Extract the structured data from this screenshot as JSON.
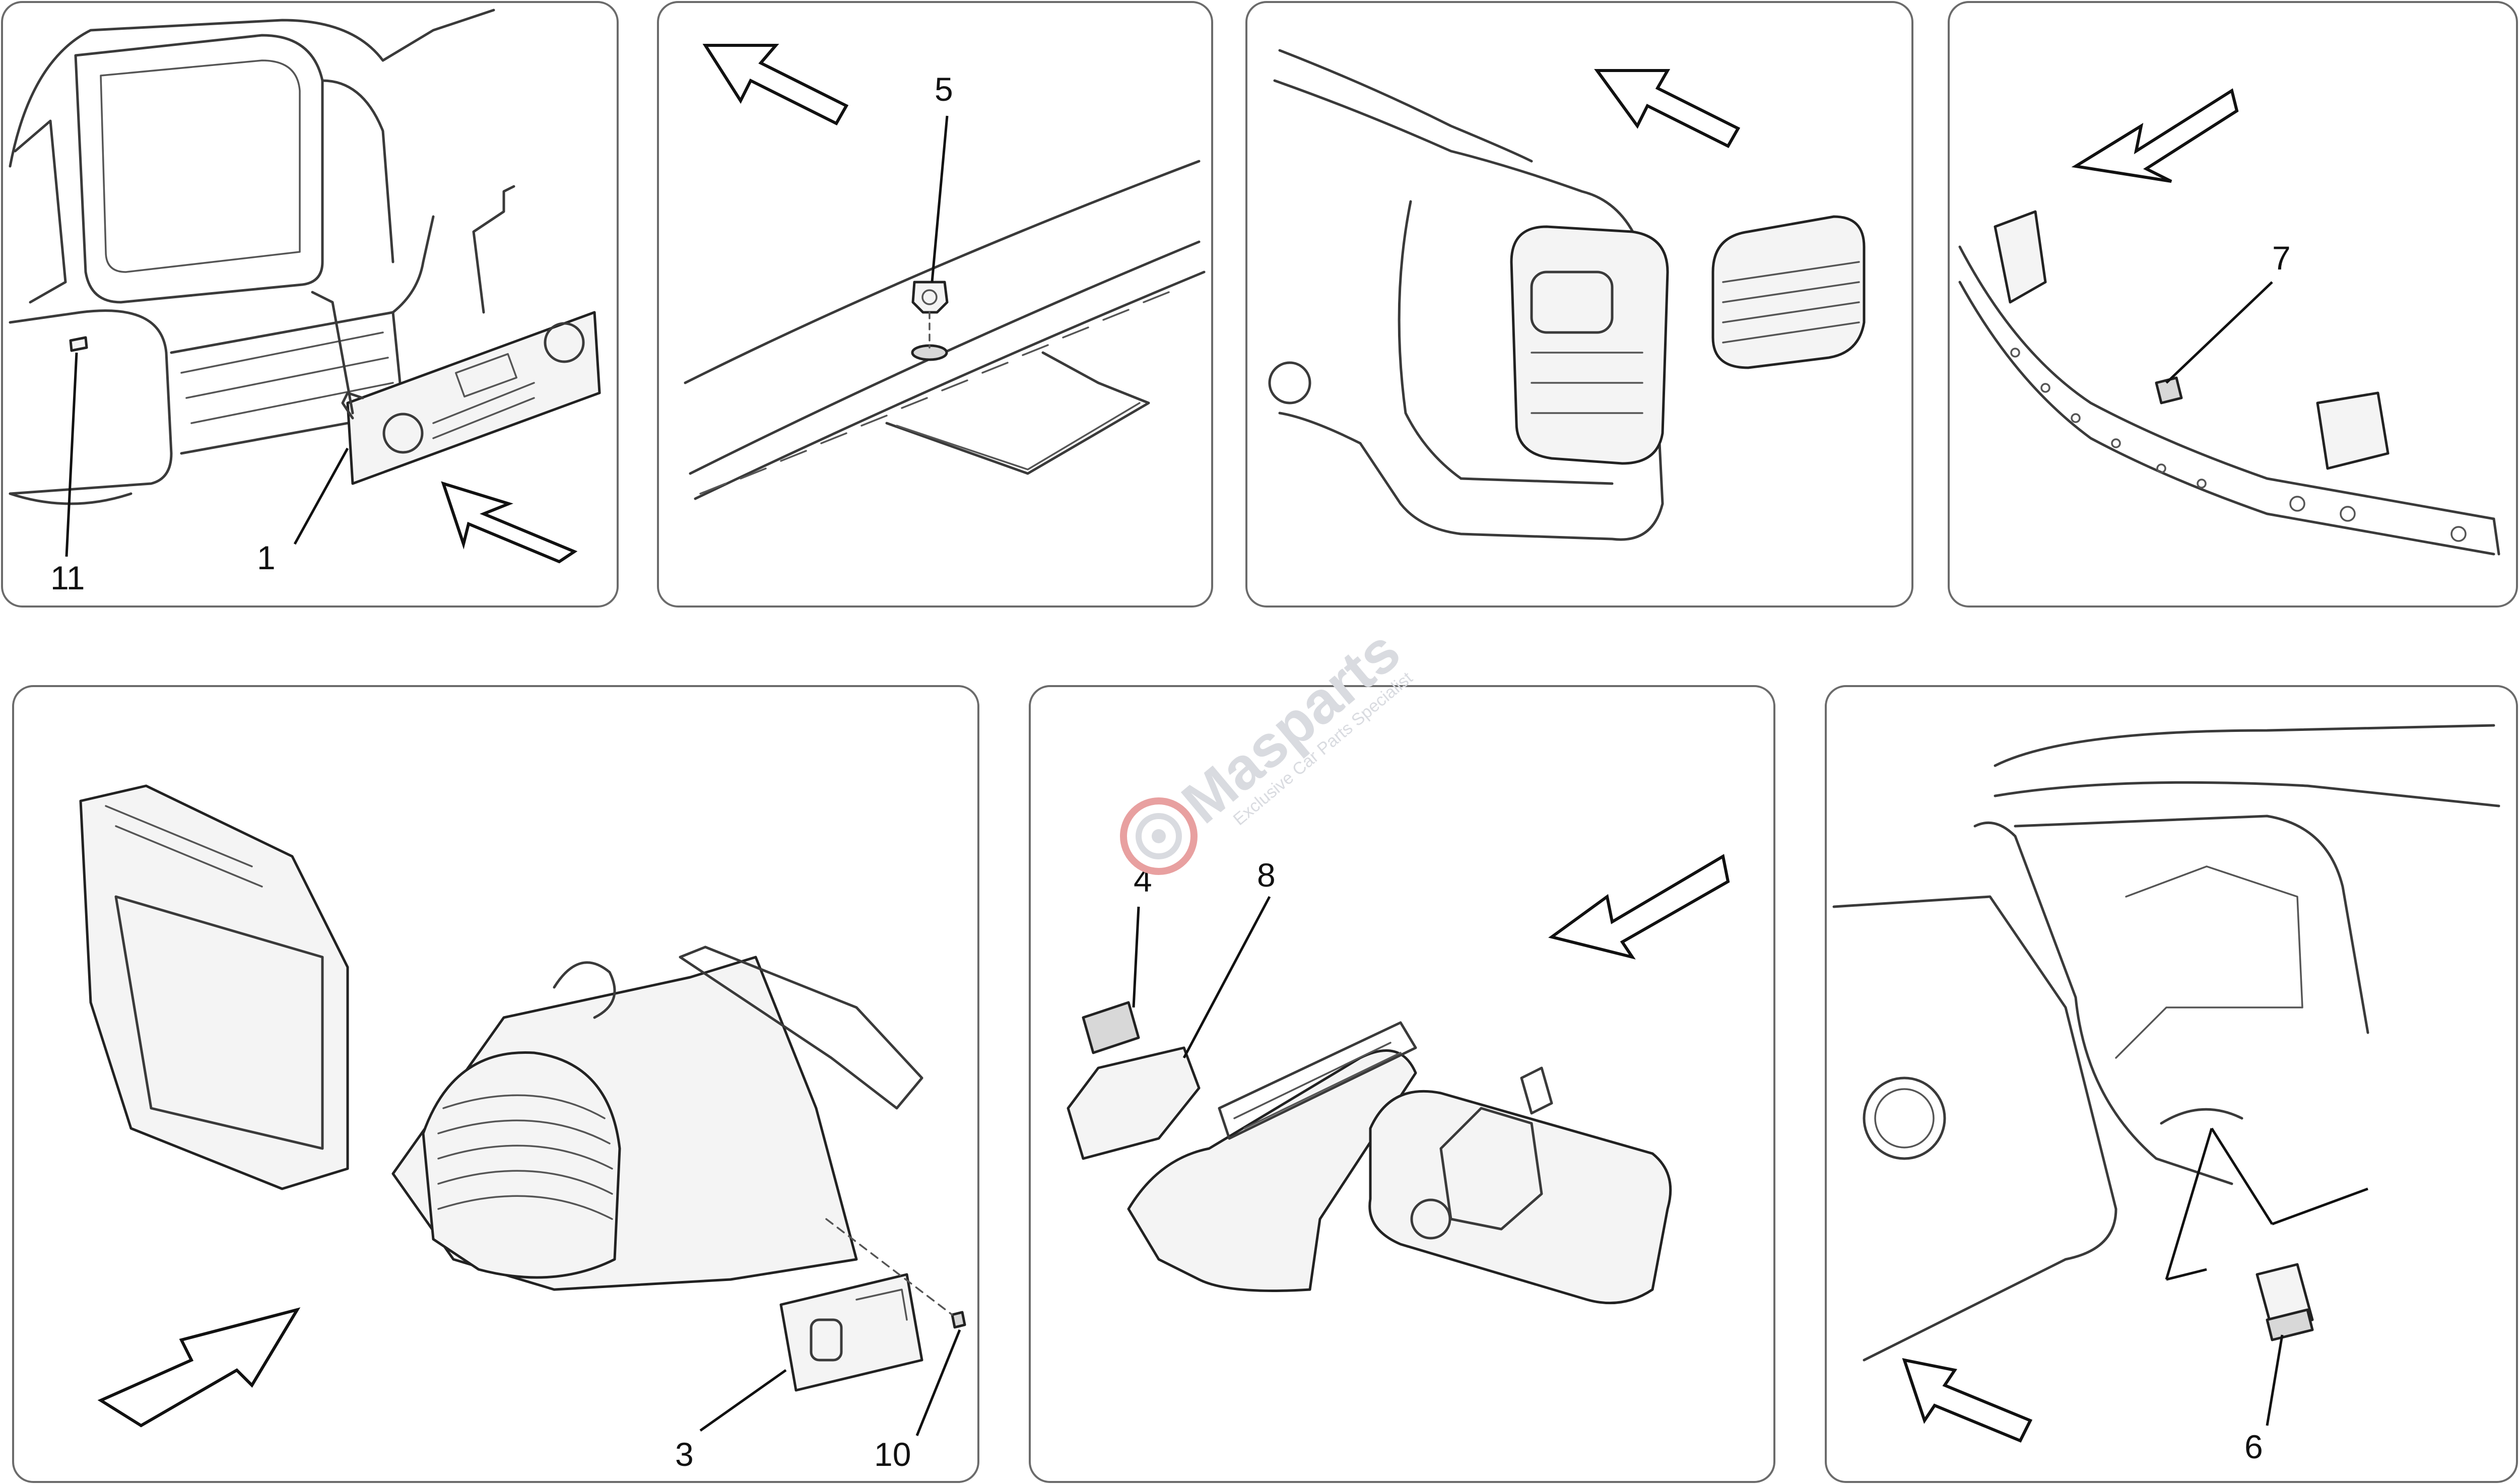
{
  "panels": [
    {
      "id": "radio-panel",
      "callouts": [
        "1",
        "11"
      ]
    },
    {
      "id": "dash-sensor",
      "callouts": [
        "5"
      ]
    },
    {
      "id": "rear-vent",
      "callouts": []
    },
    {
      "id": "crossbar",
      "callouts": [
        "7"
      ]
    },
    {
      "id": "hvac-unit",
      "callouts": [
        "3",
        "10"
      ]
    },
    {
      "id": "mirror-sensor",
      "callouts": [
        "4",
        "8"
      ]
    },
    {
      "id": "footwell-sensor",
      "callouts": [
        "6"
      ]
    }
  ],
  "callouts": {
    "c1": "1",
    "c11": "11",
    "c5": "5",
    "c7": "7",
    "c3": "3",
    "c10": "10",
    "c4": "4",
    "c8": "8",
    "c6": "6"
  },
  "watermark": {
    "brand": "Masparts",
    "tagline": "Exclusive Car Parts Specialist"
  },
  "colors": {
    "line": "#222222",
    "frame": "#6b6b6b",
    "watermark": "#d9dbe0",
    "watermark_accent": "#e8a0a0"
  }
}
